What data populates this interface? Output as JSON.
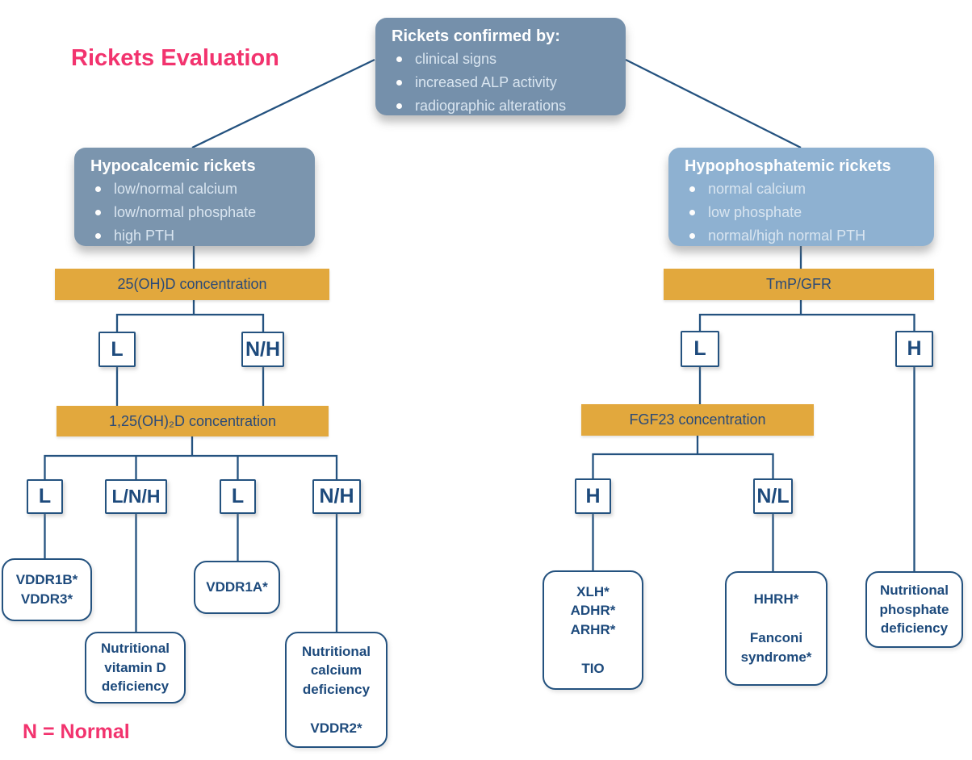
{
  "title": "Rickets Evaluation",
  "footnote": "N = Normal",
  "root": {
    "heading": "Rickets confirmed by:",
    "bullets": [
      "clinical signs",
      "increased ALP activity",
      "radiographic alterations"
    ]
  },
  "left": {
    "heading": "Hypocalcemic rickets",
    "bullets": [
      "low/normal calcium",
      "low/normal phosphate",
      "high PTH"
    ],
    "test1": "25(OH)D concentration",
    "test1_results": [
      "L",
      "N/H"
    ],
    "test2": "1,25(OH)₂D concentration",
    "test2_results": [
      "L",
      "L/N/H",
      "L",
      "N/H"
    ],
    "outcomes": [
      "VDDR1B*\nVDDR3*",
      "Nutritional\nvitamin D\ndeficiency",
      "VDDR1A*",
      "Nutritional\ncalcium\ndeficiency\n\nVDDR2*"
    ]
  },
  "right": {
    "heading": "Hypophosphatemic rickets",
    "bullets": [
      "normal calcium",
      "low phosphate",
      "normal/high normal PTH"
    ],
    "test1": "TmP/GFR",
    "test1_results": [
      "L",
      "H"
    ],
    "test2": "FGF23 concentration",
    "test2_results": [
      "H",
      "N/L"
    ],
    "outcomes": [
      "XLH*\nADHR*\nARHR*\n\nTIO",
      "HHRH*\n\nFanconi\nsyndrome*",
      "Nutritional\nphosphate\ndeficiency"
    ]
  },
  "colors": {
    "accent_pink": "#f2336e",
    "steel_blue_root": "#7590ab",
    "steel_blue_left": "#7b95ae",
    "steel_blue_right": "#8eb1d1",
    "amber_bar": "#e2a83d",
    "navy_line": "#24527f",
    "navy_text": "#1d4a7c"
  }
}
